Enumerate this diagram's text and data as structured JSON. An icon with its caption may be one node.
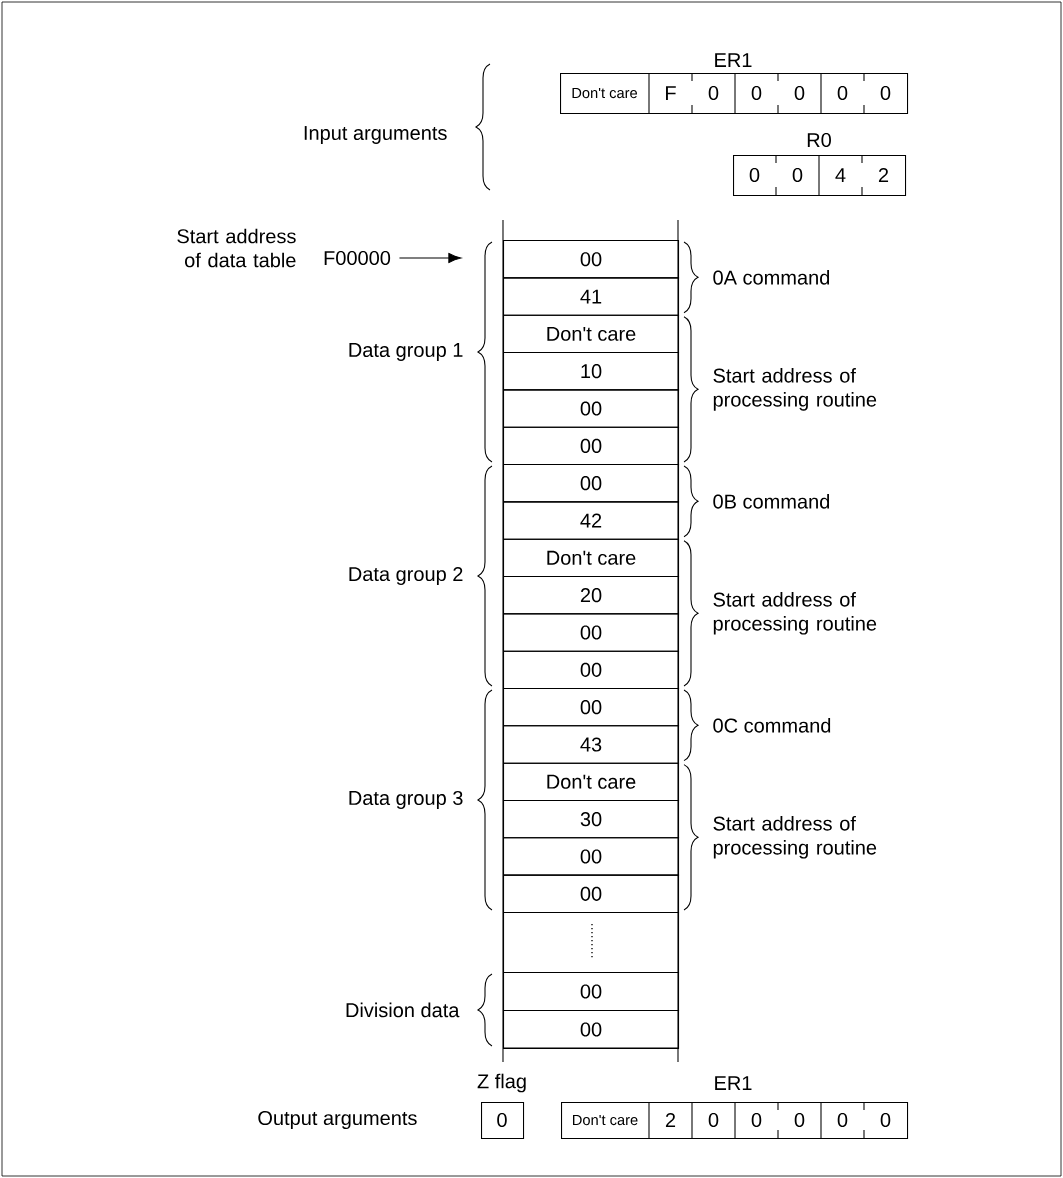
{
  "diagram": {
    "nodes": [
      {
        "text": [
          "ER1",
          "Don't care",
          "F",
          "0",
          "0",
          "0",
          "0",
          "0"
        ]
      },
      {
        "text": [
          "R0",
          "0",
          "0",
          "4",
          "2"
        ]
      },
      {
        "text": [
          "F00000"
        ]
      },
      {
        "text": [
          "00"
        ]
      },
      {
        "text": [
          "41"
        ]
      },
      {
        "text": [
          "Don't care"
        ]
      },
      {
        "text": [
          "10"
        ]
      },
      {
        "text": [
          "00"
        ]
      },
      {
        "text": [
          "00"
        ]
      },
      {
        "text": [
          "00"
        ]
      },
      {
        "text": [
          "42"
        ]
      },
      {
        "text": [
          "Don't care"
        ]
      },
      {
        "text": [
          "20"
        ]
      },
      {
        "text": [
          "00"
        ]
      },
      {
        "text": [
          "00"
        ]
      },
      {
        "text": [
          "00"
        ]
      },
      {
        "text": [
          "43"
        ]
      },
      {
        "text": [
          "Don't care"
        ]
      },
      {
        "text": [
          "30"
        ]
      },
      {
        "text": [
          "00"
        ]
      },
      {
        "text": [
          "00"
        ]
      },
      {
        "text": [],
        "shape": "box"
      },
      {
        "text": [
          "00"
        ]
      },
      {
        "text": [
          "00"
        ]
      },
      {
        "text": [
          "Z flag",
          "0"
        ]
      },
      {
        "text": [
          "ER1",
          "Don't care",
          "2",
          "0",
          "0",
          "0",
          "0",
          "0"
        ]
      }
    ],
    "edges": [
      {
        "from": 2,
        "to": 3,
        "arrow": "to"
      }
    ],
    "labels": [
      "Input arguments",
      "Start address of data table",
      "0A command",
      "Data group 1",
      "Start address of processing routine",
      "0B command",
      "Data group 2",
      "Start address of processing routine",
      "0C command",
      "Data group 3",
      "Start address of processing routine",
      "Division data",
      "Output arguments"
    ]
  }
}
